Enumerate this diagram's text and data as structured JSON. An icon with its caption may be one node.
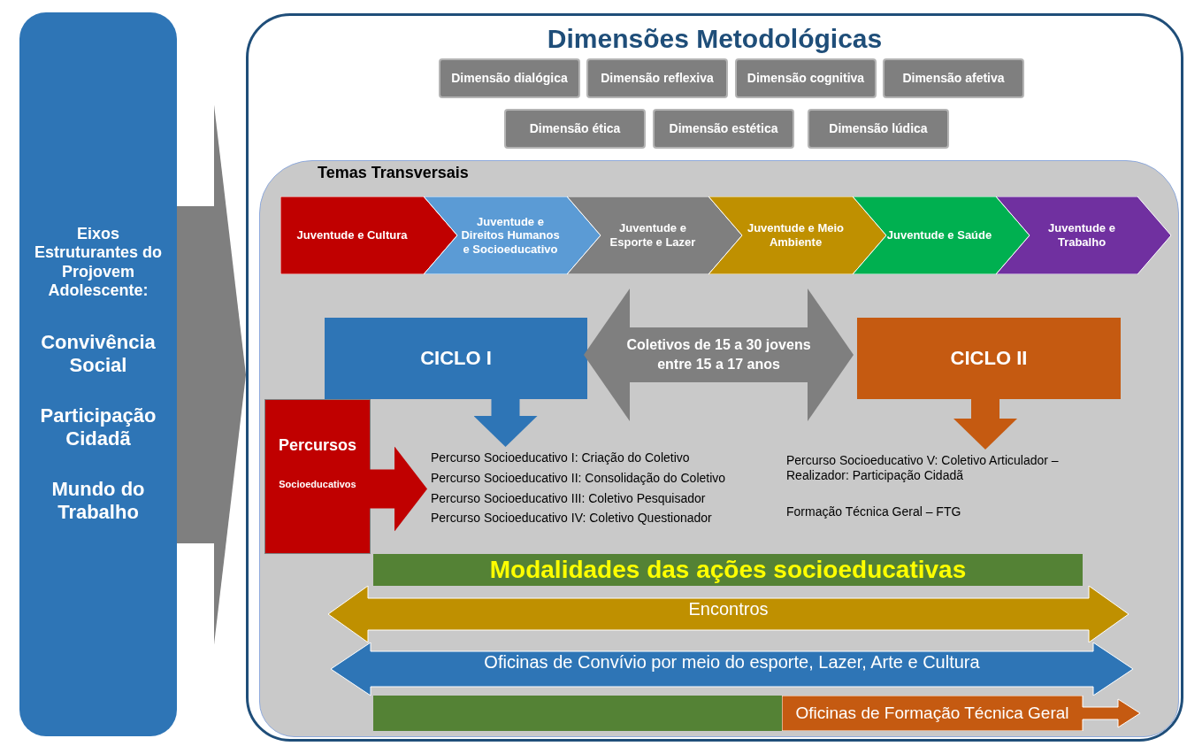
{
  "diagram": {
    "nodes": [
      {
        "text": [
          "Eixos Estruturantes do Projovem Adolescente:",
          "Convivência Social",
          "Participação Cidadã",
          "Mundo do Trabalho"
        ]
      },
      {
        "text": [
          "Dimensões Metodológicas"
        ]
      },
      {
        "text": [
          "Dimensão dialógica"
        ],
        "in": 1
      },
      {
        "text": [
          "Dimensão reflexiva"
        ],
        "in": 1
      },
      {
        "text": [
          "Dimensão cognitiva"
        ],
        "in": 1
      },
      {
        "text": [
          "Dimensão afetiva"
        ],
        "in": 1
      },
      {
        "text": [
          "Dimensão ética"
        ],
        "in": 1
      },
      {
        "text": [
          "Dimensão estética"
        ],
        "in": 1
      },
      {
        "text": [
          "Dimensão lúdica"
        ],
        "in": 1
      },
      {
        "text": [
          "Temas Transversais"
        ],
        "in": 1
      },
      {
        "text": [
          "Juventude e Cultura"
        ],
        "in": 9
      },
      {
        "text": [
          "Juventude e Direitos Humanos e Socioeducativo"
        ],
        "in": 9
      },
      {
        "text": [
          "Juventude e Esporte e Lazer"
        ],
        "in": 9
      },
      {
        "text": [
          "Juventude e Meio Ambiente"
        ],
        "in": 9
      },
      {
        "text": [
          "Juventude e Saúde"
        ],
        "in": 9
      },
      {
        "text": [
          "Juventude e Trabalho"
        ],
        "in": 9
      },
      {
        "text": [
          "CICLO I"
        ],
        "in": 9
      },
      {
        "text": [
          "CICLO II"
        ],
        "in": 9
      },
      {
        "text": [
          "Percurso Socioeducativo I: Criação do Coletivo",
          "Percurso Socioeducativo II: Consolidação do Coletivo",
          "Percurso Socioeducativo III: Coletivo Pesquisador",
          "Percurso Socioeducativo IV: Coletivo Questionador"
        ],
        "in": 9
      },
      {
        "text": [
          "Percurso Socioeducativo V: Coletivo Articulador – Realizador: Participação Cidadã",
          "Formação Técnica Geral – FTG"
        ],
        "in": 9
      },
      {
        "text": [
          "Percursos",
          "Socioeducativos"
        ],
        "in": 9
      },
      {
        "text": [
          "Modalidades das ações socioeducativas"
        ],
        "in": 9
      },
      {
        "text": [
          "Encontros"
        ],
        "in": 9
      },
      {
        "text": [
          "Oficinas de Convívio por meio do esporte, Lazer, Arte e Cultura"
        ],
        "in": 9
      },
      {
        "text": [
          "Oficinas de Formação Técnica Geral"
        ],
        "in": 9
      }
    ],
    "edges": [
      {
        "from": 0,
        "to": 1,
        "arrow": "to",
        "style": "thick",
        "color": "#7f7f7f"
      },
      {
        "from": 16,
        "to": 17,
        "arrow": "both",
        "label": "Coletivos de 15 a 30 jovens entre 15 a 17 anos",
        "color": "#7f7f7f"
      },
      {
        "from": 16,
        "to": 18,
        "arrow": "to",
        "color": "#2e75b6"
      },
      {
        "from": 17,
        "to": 19,
        "arrow": "to",
        "color": "#c55a11"
      },
      {
        "from": 20,
        "to": 18,
        "arrow": "to",
        "color": "#c00000"
      }
    ]
  }
}
